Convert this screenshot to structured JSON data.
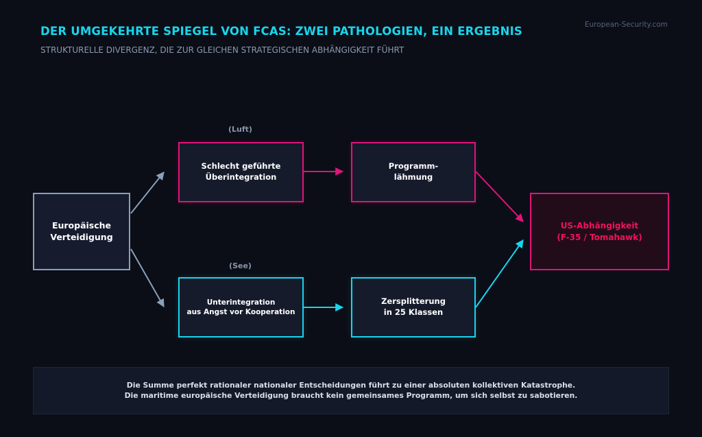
{
  "header": {
    "title": "DER UMGEKEHRTE SPIEGEL VON FCAS: ZWEI PATHOLOGIEN, EIN ERGEBNIS",
    "subtitle": "STRUKTURELLE DIVERGENZ, DIE ZUR GLEICHEN STRATEGISCHEN ABHÄNGIGKEIT FÜHRT",
    "source": "European-Security.com"
  },
  "diagram": {
    "start": "Europäische\nVerteidigung",
    "air": {
      "label": "(Luft)",
      "step1": "Schlecht geführte\nÜberintegration",
      "step2": "Programm-\nlähmung"
    },
    "sea": {
      "label": "(See)",
      "step1": "Unterintegration\naus Angst vor Kooperation",
      "step2": "Zersplitterung\nin 25 Klassen"
    },
    "result": "US-Abhängigkeit\n(F-35 / Tomahawk)"
  },
  "colors": {
    "background": "#0b0e17",
    "accent_cyan": "#19d5ec",
    "accent_pink": "#e2137a",
    "result_text": "#f0125c",
    "neutral_arrow": "#8aa0b8"
  },
  "footer": {
    "line1": "Die Summe perfekt rationaler nationaler Entscheidungen führt zu einer absoluten kollektiven Katastrophe.",
    "line2": "Die maritime europäische Verteidigung braucht kein gemeinsames Programm, um sich selbst zu sabotieren."
  }
}
